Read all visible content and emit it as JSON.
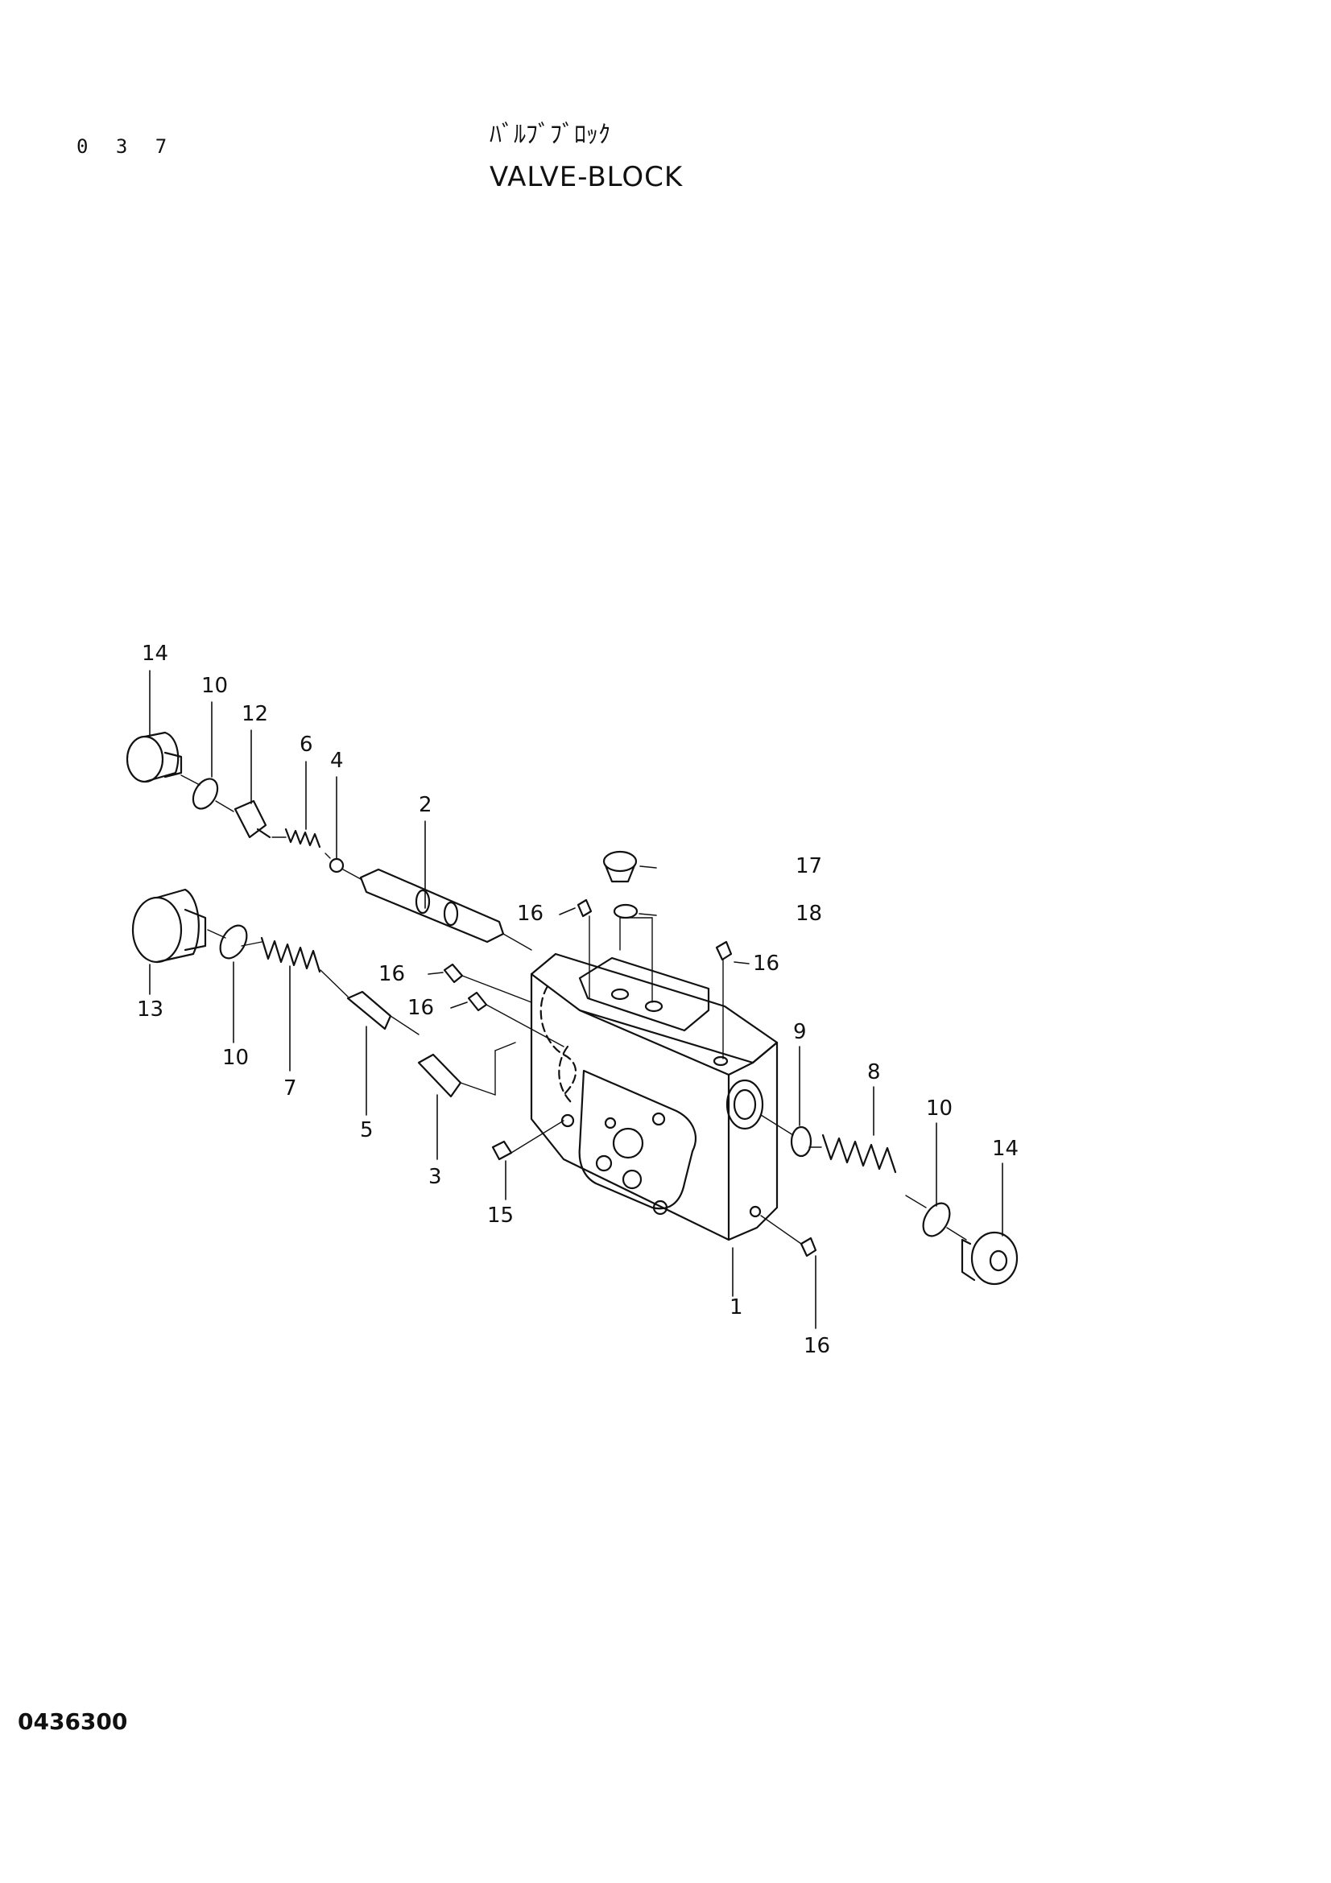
{
  "header": {
    "page_number": "0 3 7",
    "title_jp": "ﾊﾞﾙﾌﾞﾌﾞﾛｯｸ",
    "title_en": "VALVE-BLOCK"
  },
  "footer": {
    "drawing_code": "0436300"
  },
  "callouts": {
    "c1": "1",
    "c2": "2",
    "c3": "3",
    "c4": "4",
    "c5": "5",
    "c6": "6",
    "c7": "7",
    "c8": "8",
    "c9": "9",
    "c10a": "10",
    "c10b": "10",
    "c10c": "10",
    "c12": "12",
    "c13": "13",
    "c14a": "14",
    "c14b": "14",
    "c15": "15",
    "c16a": "16",
    "c16b": "16",
    "c16c": "16",
    "c16d": "16",
    "c16e": "16",
    "c17": "17",
    "c18": "18"
  }
}
